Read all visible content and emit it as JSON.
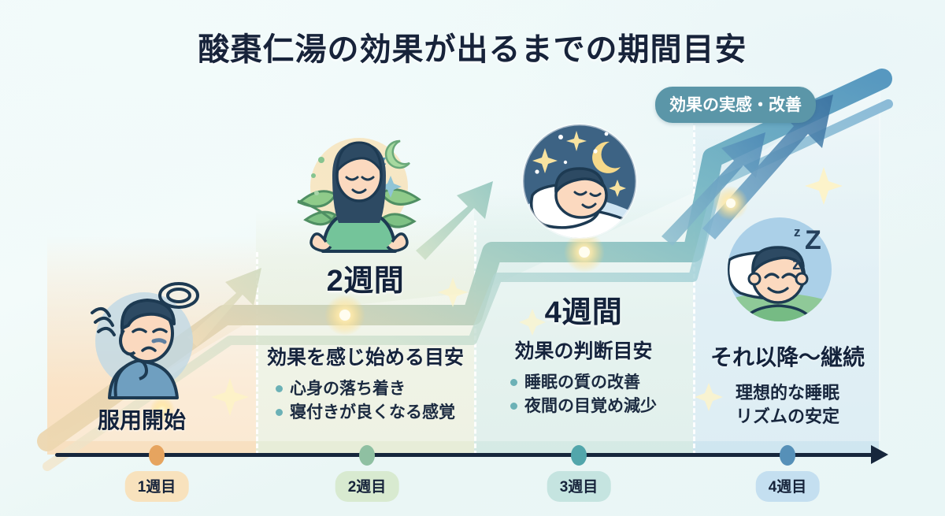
{
  "title": "酸棗仁湯の効果が出るまでの期間目安",
  "badge": {
    "label": "効果の実感・改善"
  },
  "stages": [
    {
      "id": "start",
      "label": "服用開始",
      "period": "",
      "phase": "",
      "bullets": [],
      "band_color": "#fae3c6",
      "illustration": "tired-person-icon"
    },
    {
      "id": "week2",
      "label": "",
      "period": "2週間",
      "phase": "効果を感じ始める目安",
      "bullets": [
        "心身の落ち着き",
        "寝付きが良くなる感覚"
      ],
      "band_color": "#e9eedb",
      "illustration": "meditating-person-icon"
    },
    {
      "id": "week4",
      "label": "",
      "period": "4週間",
      "phase": "効果の判断目安",
      "bullets": [
        "睡眠の質の改善",
        "夜間の目覚め減少"
      ],
      "band_color": "#d9ece7",
      "illustration": "night-sleep-icon"
    },
    {
      "id": "after",
      "label": "それ以降〜継続",
      "period": "",
      "phase": "",
      "lines": [
        "理想的な睡眠",
        "リズムの安定"
      ],
      "band_color": "#d4e9f1",
      "illustration": "restful-sleep-icon"
    }
  ],
  "timeline": {
    "ticks": [
      {
        "label": "1週目",
        "dot_color": "#e6a45f",
        "pill_color": "#f8e2bd"
      },
      {
        "label": "2週目",
        "dot_color": "#8fc0a2",
        "pill_color": "#d8ead0"
      },
      {
        "label": "3週目",
        "dot_color": "#52a6ab",
        "pill_color": "#c5e4e0"
      },
      {
        "label": "4週目",
        "dot_color": "#5690b8",
        "pill_color": "#c4dff0"
      }
    ]
  },
  "colors": {
    "background": "#eef8f7",
    "title_text": "#17233a",
    "badge_bg": "#5b96a8",
    "axis": "#16263c",
    "bullet_dot": "#6bb1b6",
    "ribbon_start": "#e2c89d",
    "ribbon_end": "#5aa3c4"
  }
}
